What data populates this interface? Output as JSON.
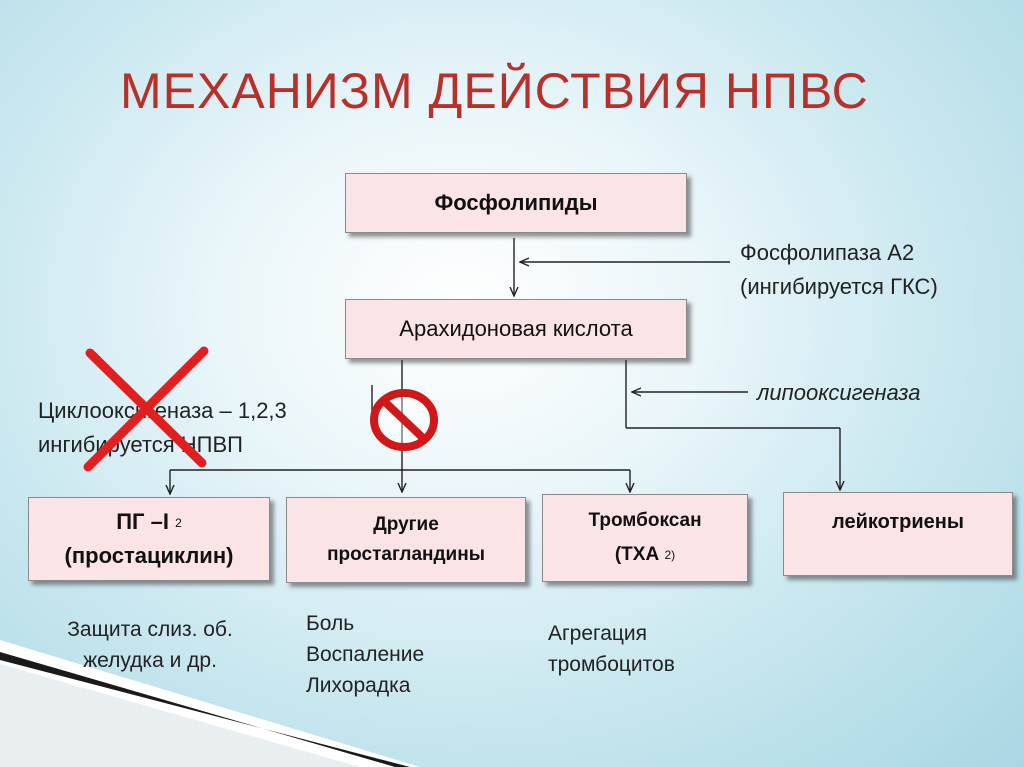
{
  "title": "МЕХАНИЗМ ДЕЙСТВИЯ НПВС",
  "nodes": {
    "phospholipids": "Фосфолипиды",
    "arachidonic_acid": "Арахидоновая кислота",
    "pg_i2_line1": "ПГ –I",
    "pg_i2_sub": "2",
    "pg_i2_line2": "(простациклин)",
    "other_pg_line1": "Другие",
    "other_pg_line2": "простагландины",
    "thromboxane_line1": "Тромбоксан",
    "thromboxane_line2": "(ТХА",
    "thromboxane_sub": "2)",
    "leukotrienes": "лейкотриены"
  },
  "enzymes": {
    "phospholipase_line1": "Фосфолипаза А2",
    "phospholipase_line2": "(ингибируется ГКС)",
    "lipoxygenase": "липооксигеназа",
    "cyclooxygenase_line1": "Циклооксигеназа – 1,2,3",
    "cyclooxygenase_line2": "ингибируется НПВП"
  },
  "effects": {
    "pg_i2": [
      "Защита слиз. об.",
      "желудка и др."
    ],
    "other_pg": [
      "Боль",
      "Воспаление",
      "Лихорадка"
    ],
    "thromboxane": [
      "Агрегация",
      "тромбоцитов"
    ]
  },
  "icons": {
    "cross": "red-x-icon",
    "prohibition": "no-sign-icon"
  },
  "colors": {
    "title": "#b8302a",
    "box_fill": "#fbe4e6",
    "cross": "#e02020",
    "prohibition": "#d01818"
  }
}
